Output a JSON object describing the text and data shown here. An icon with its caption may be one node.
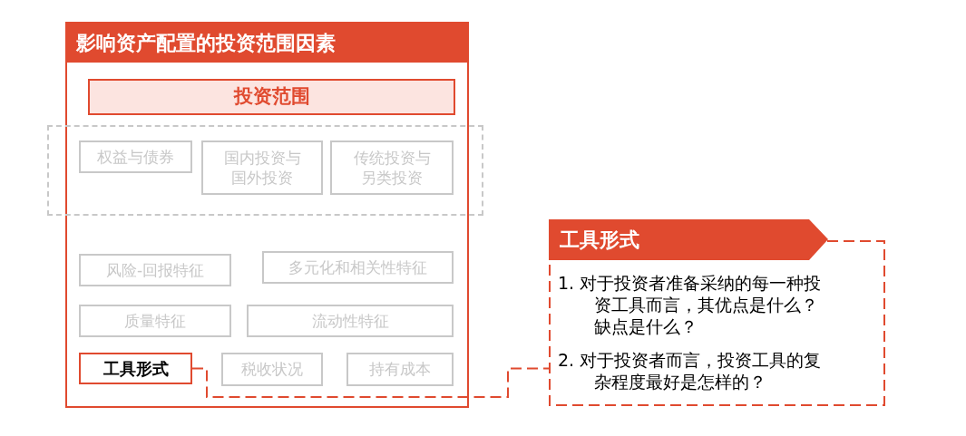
{
  "diagram": {
    "nodes": [
      {
        "text": [
          "影响资产配置的投资范围因素"
        ]
      },
      {
        "text": [
          "投资范围"
        ],
        "in": 0
      },
      {
        "text": [],
        "shape": "box"
      },
      {
        "text": [
          "权益与债券"
        ],
        "in": 2
      },
      {
        "text": [
          "国内投资与国外投资"
        ],
        "in": 2
      },
      {
        "text": [
          "传统投资与另类投资"
        ],
        "in": 2
      },
      {
        "text": [
          "风险-回报特征"
        ],
        "in": 0
      },
      {
        "text": [
          "多元化和相关性特征"
        ],
        "in": 0
      },
      {
        "text": [
          "质量特征"
        ],
        "in": 0
      },
      {
        "text": [
          "流动性特征"
        ],
        "in": 0
      },
      {
        "text": [
          "工具形式"
        ],
        "in": 0
      },
      {
        "text": [
          "税收状况"
        ],
        "in": 0
      },
      {
        "text": [
          "持有成本"
        ],
        "in": 0
      },
      {
        "text": [
          "工具形式",
          "1. 对于投资者准备采纳的每一种投资工具而言，其优点是什么？缺点是什么？",
          "2. 对于投资者而言，投资工具的复杂程度最好是怎样的？"
        ]
      }
    ],
    "edges": [
      {
        "from": 10,
        "to": 13,
        "arrow": "none",
        "style": "dashed"
      }
    ]
  }
}
